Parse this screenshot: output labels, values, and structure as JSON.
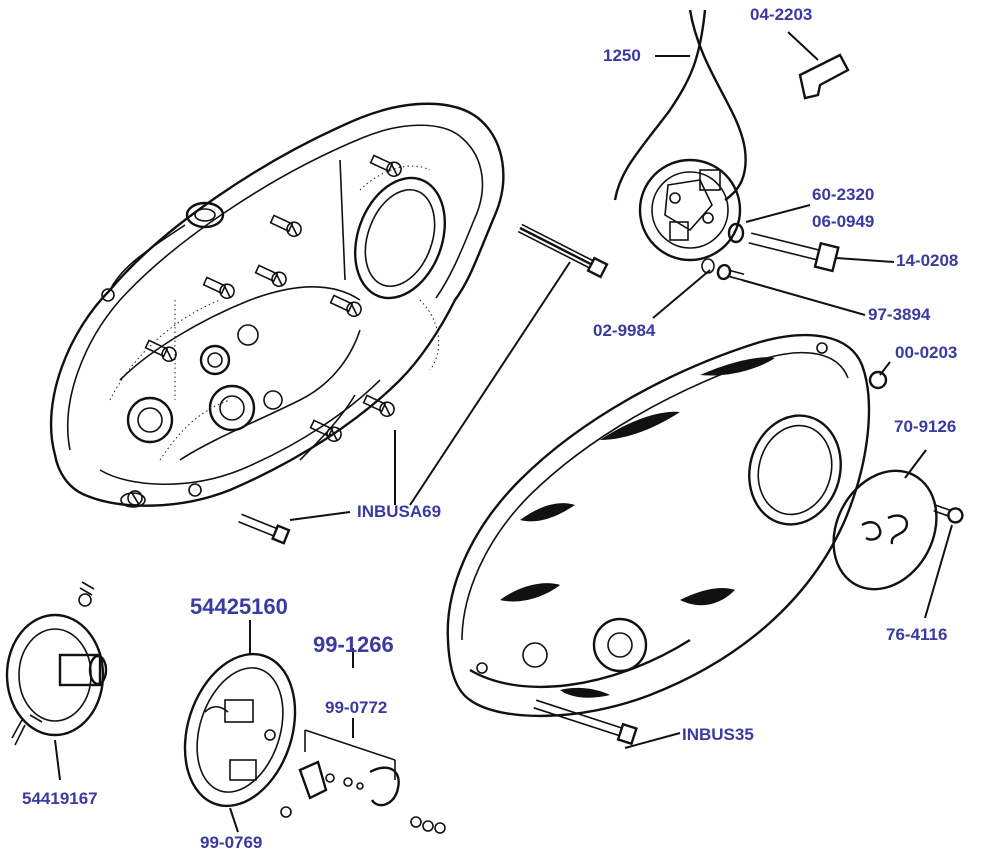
{
  "parts": {
    "p_04_2203": "04-2203",
    "p_1250": "1250",
    "p_60_2320": "60-2320",
    "p_06_0949": "06-0949",
    "p_14_0208": "14-0208",
    "p_02_9984": "02-9984",
    "p_97_3894": "97-3894",
    "p_00_0203": "00-0203",
    "p_70_9126": "70-9126",
    "p_inbusa69": "INBUSA69",
    "p_76_4116": "76-4116",
    "p_54425160": "54425160",
    "p_99_1266": "99-1266",
    "p_99_0772": "99-0772",
    "p_inbus35": "INBUS35",
    "p_54419167": "54419167",
    "p_99_0769": "99-0769"
  },
  "colors": {
    "label": "#3a3aa0",
    "ink": "#111111",
    "background": "#ffffff"
  }
}
